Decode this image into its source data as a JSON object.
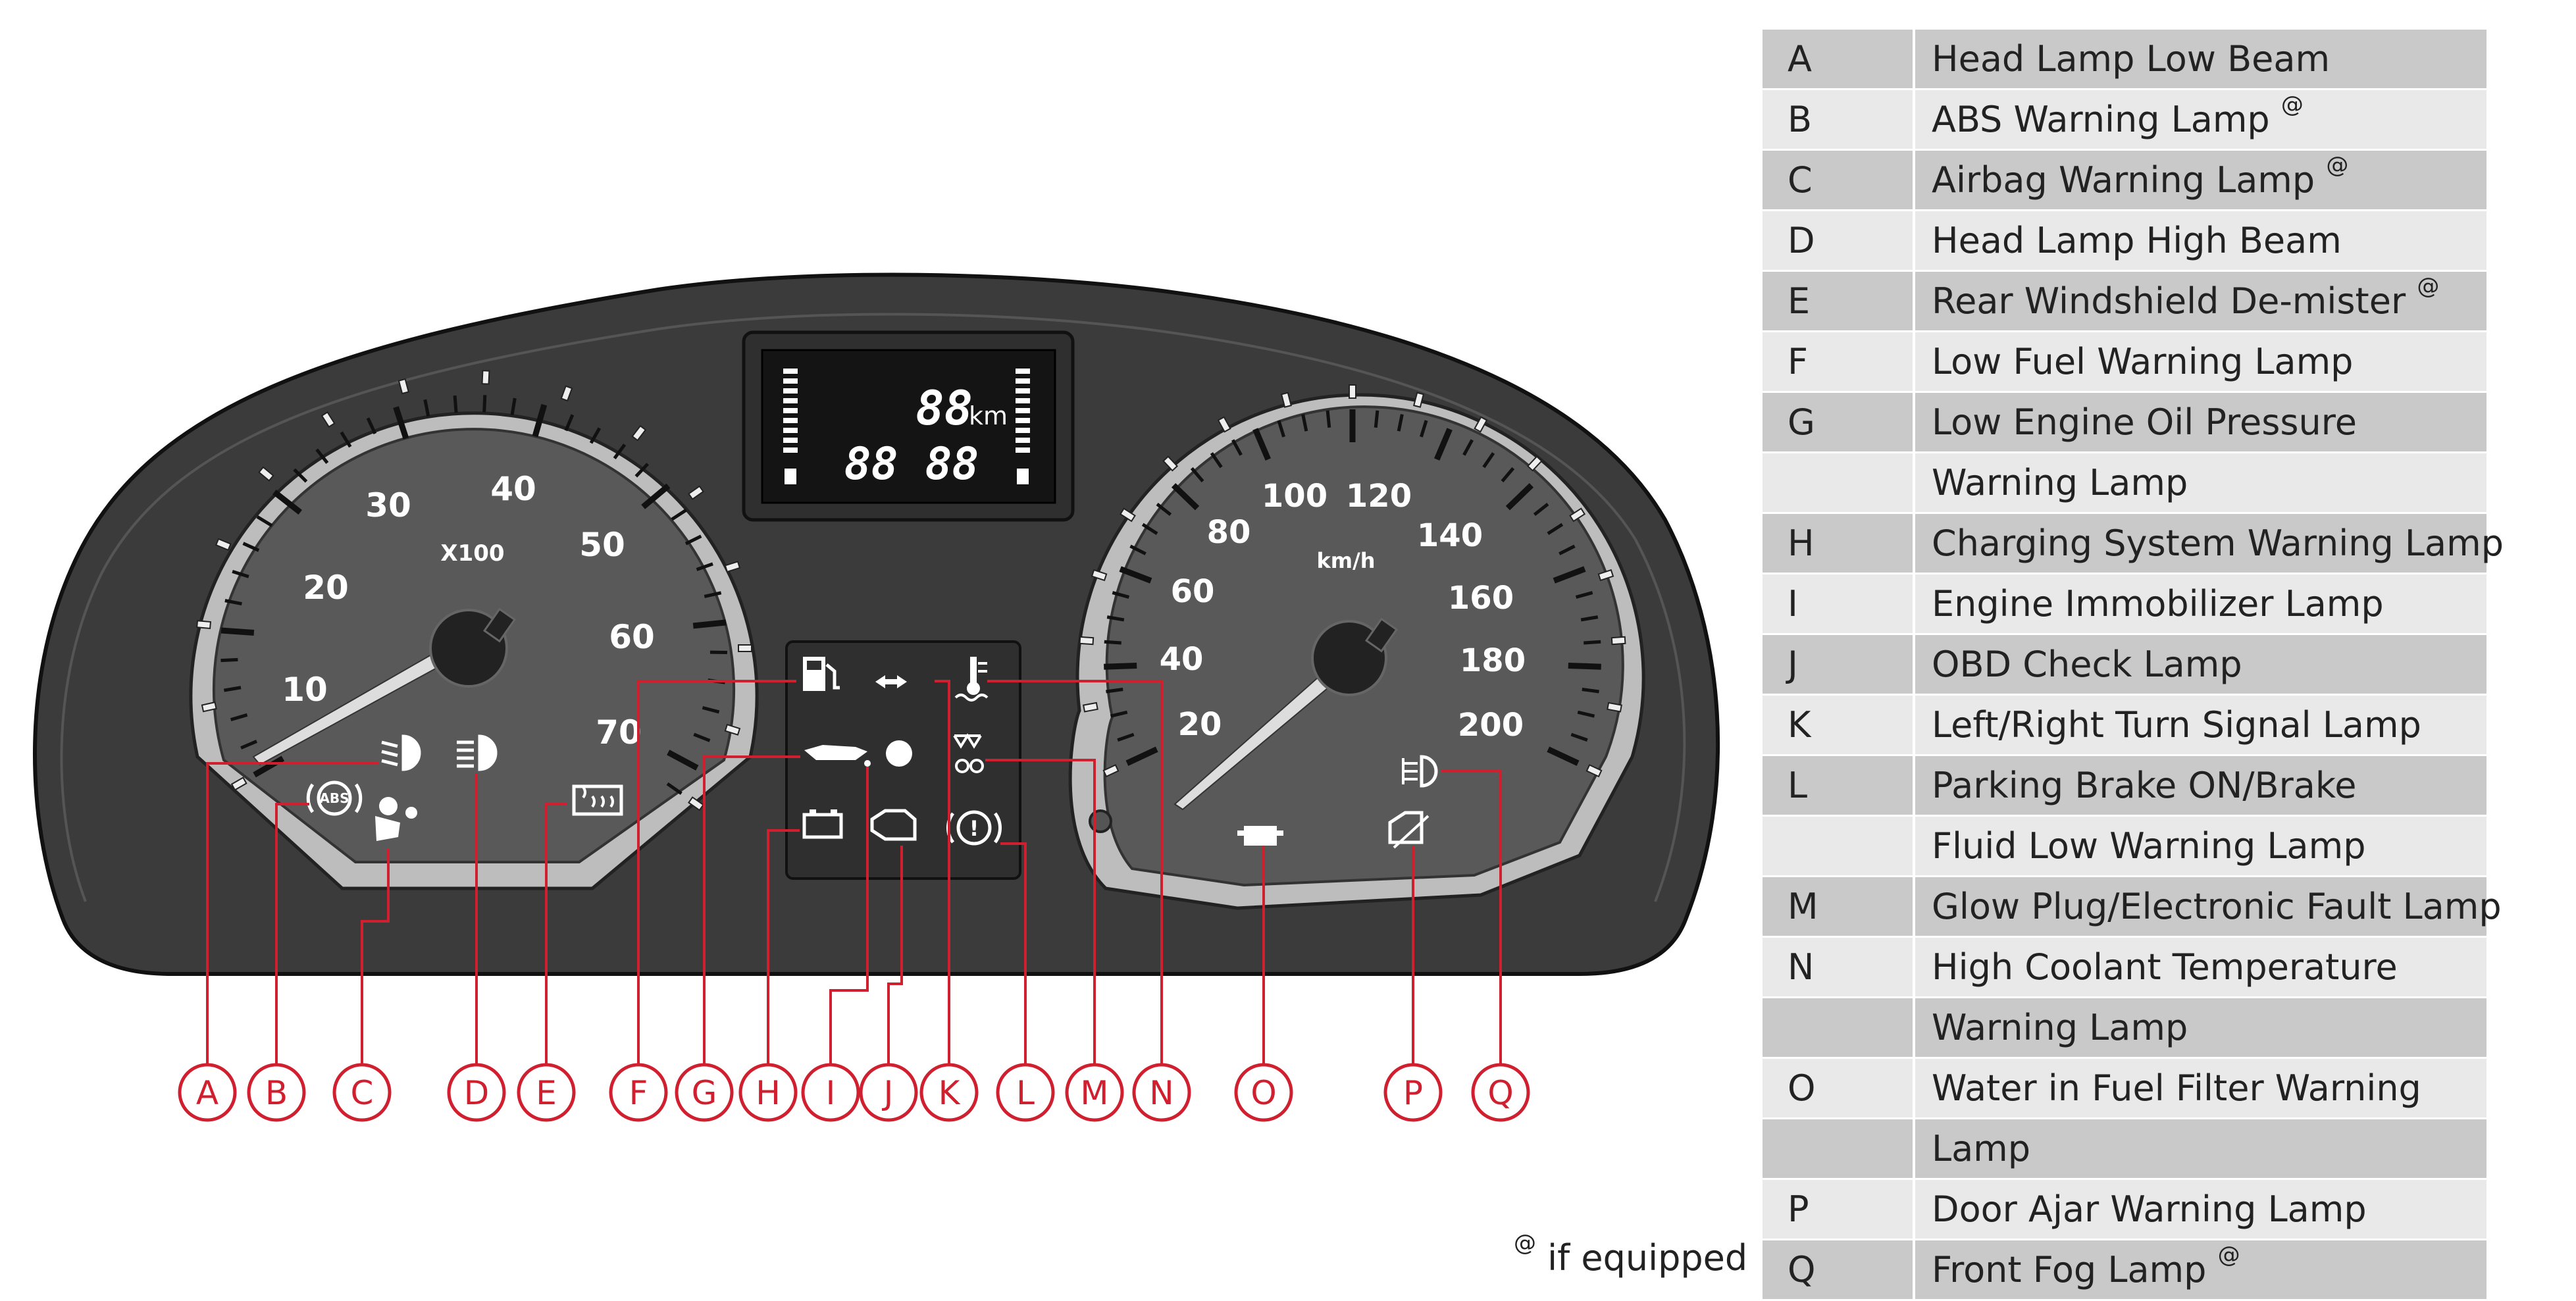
{
  "gauges": {
    "tach_ticks": [
      "10",
      "20",
      "30",
      "40",
      "50",
      "60",
      "70"
    ],
    "tach_unit": "X100",
    "speed_ticks": [
      "20",
      "40",
      "60",
      "80",
      "100",
      "120",
      "140",
      "160",
      "180",
      "200"
    ],
    "speed_unit": "km/h"
  },
  "display": {
    "top": "88",
    "unit": "km",
    "bottom": "88 88"
  },
  "callouts": [
    "A",
    "B",
    "C",
    "D",
    "E",
    "F",
    "G",
    "H",
    "I",
    "J",
    "K",
    "L",
    "M",
    "N",
    "O",
    "P",
    "Q"
  ],
  "legend": [
    {
      "letter": "A",
      "text": "Head Lamp Low Beam",
      "sup": "",
      "shade": "dark"
    },
    {
      "letter": "B",
      "text": "ABS Warning Lamp",
      "sup": "@",
      "shade": "light"
    },
    {
      "letter": "C",
      "text": "Airbag Warning Lamp",
      "sup": "@",
      "shade": "dark"
    },
    {
      "letter": "D",
      "text": "Head Lamp High Beam",
      "sup": "",
      "shade": "light"
    },
    {
      "letter": "E",
      "text": "Rear Windshield De-mister",
      "sup": "@",
      "shade": "dark"
    },
    {
      "letter": "F",
      "text": "Low Fuel Warning Lamp",
      "sup": "",
      "shade": "light"
    },
    {
      "letter": "G",
      "text": "Low Engine Oil Pressure",
      "sup": "",
      "shade": "dark"
    },
    {
      "letter": "",
      "text": "Warning Lamp",
      "sup": "",
      "shade": "light"
    },
    {
      "letter": "H",
      "text": "Charging System Warning Lamp",
      "sup": "",
      "shade": "dark"
    },
    {
      "letter": "I",
      "text": "Engine Immobilizer Lamp",
      "sup": "",
      "shade": "light"
    },
    {
      "letter": "J",
      "text": "OBD Check Lamp",
      "sup": "",
      "shade": "dark"
    },
    {
      "letter": "K",
      "text": "Left/Right Turn Signal Lamp",
      "sup": "",
      "shade": "light"
    },
    {
      "letter": "L",
      "text": "Parking Brake ON/Brake",
      "sup": "",
      "shade": "dark"
    },
    {
      "letter": "",
      "text": "Fluid Low Warning Lamp",
      "sup": "",
      "shade": "light"
    },
    {
      "letter": "M",
      "text": "Glow Plug/Electronic Fault Lamp",
      "sup": "",
      "shade": "dark"
    },
    {
      "letter": "N",
      "text": "High Coolant Temperature",
      "sup": "",
      "shade": "light"
    },
    {
      "letter": "",
      "text": "Warning Lamp",
      "sup": "",
      "shade": "dark"
    },
    {
      "letter": "O",
      "text": "Water in Fuel Filter Warning",
      "sup": "",
      "shade": "light"
    },
    {
      "letter": "",
      "text": "Lamp",
      "sup": "",
      "shade": "dark"
    },
    {
      "letter": "P",
      "text": "Door Ajar Warning Lamp",
      "sup": "",
      "shade": "light"
    },
    {
      "letter": "Q",
      "text": "Front Fog Lamp",
      "sup": "@",
      "shade": "dark"
    }
  ],
  "footnote": {
    "sup": "@",
    "text": "if equipped"
  },
  "icons": {
    "A": "low-beam-icon",
    "B": "abs-icon",
    "C": "airbag-icon",
    "D": "high-beam-icon",
    "E": "rear-demister-icon",
    "F": "fuel-pump-icon",
    "G": "oil-can-icon",
    "H": "battery-icon",
    "I": "immobilizer-icon",
    "J": "engine-icon",
    "K": "turn-signal-icon",
    "L": "brake-icon",
    "M": "glow-plug-icon",
    "N": "coolant-temperature-icon",
    "O": "water-in-fuel-icon",
    "P": "door-ajar-icon",
    "Q": "front-fog-icon"
  },
  "colors": {
    "callout": "#d01f2e",
    "panel": "#3a3a3a",
    "dial": "#5a5a5a",
    "bezel": "#c2c2c2",
    "row_dark": "#c9c9c9",
    "row_light": "#e9e9e9"
  }
}
